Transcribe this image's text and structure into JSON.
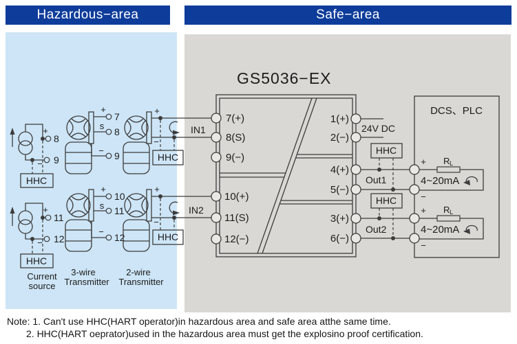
{
  "colors": {
    "banner_bg": "#0e3c9a",
    "banner_text": "#ffffff",
    "hazardous_bg": "#cde5f6",
    "safe_bg": "#d9d8d4",
    "line": "#3c3c3c"
  },
  "banners": {
    "hazardous": "Hazardous−area",
    "safe": "Safe−area"
  },
  "device": {
    "title": "GS5036−EX",
    "left_terminals": [
      "7(+)",
      "8(S)",
      "9(−)",
      "10(+)",
      "11(S)",
      "12(−)"
    ],
    "right_terminals": [
      "1(+)",
      "2(−)",
      "4(+)",
      "5(−)",
      "3(+)",
      "6(−)"
    ]
  },
  "labels": {
    "in1": "IN1",
    "in2": "IN2",
    "out1": "Out1",
    "out2": "Out2",
    "power": "24V DC",
    "hhc": "HHC",
    "dcs": "DCS、PLC",
    "load_r": "R",
    "load_sub": "L",
    "loop_current": "4~20mA",
    "current_source_1": "Current",
    "current_source_2": "source",
    "t3_line1": "3-wire",
    "t3_line2": "Transmitter",
    "t2_line1": "2-wire",
    "t2_line2": "Transmitter",
    "plus": "+",
    "minus": "−",
    "s": "s"
  },
  "wire_numbers": {
    "cs1": [
      "8",
      "9"
    ],
    "t3a": [
      "7",
      "8",
      "9"
    ],
    "cs2": [
      "11",
      "12"
    ],
    "t3b": [
      "10",
      "11",
      "12"
    ]
  },
  "notes": [
    "Note: 1. Can't use HHC(HART operator)in hazardous area and safe area atthe same time.",
    "2. HHC(HART oeprator)used in the hazardous area must get the explosino proof certification."
  ]
}
